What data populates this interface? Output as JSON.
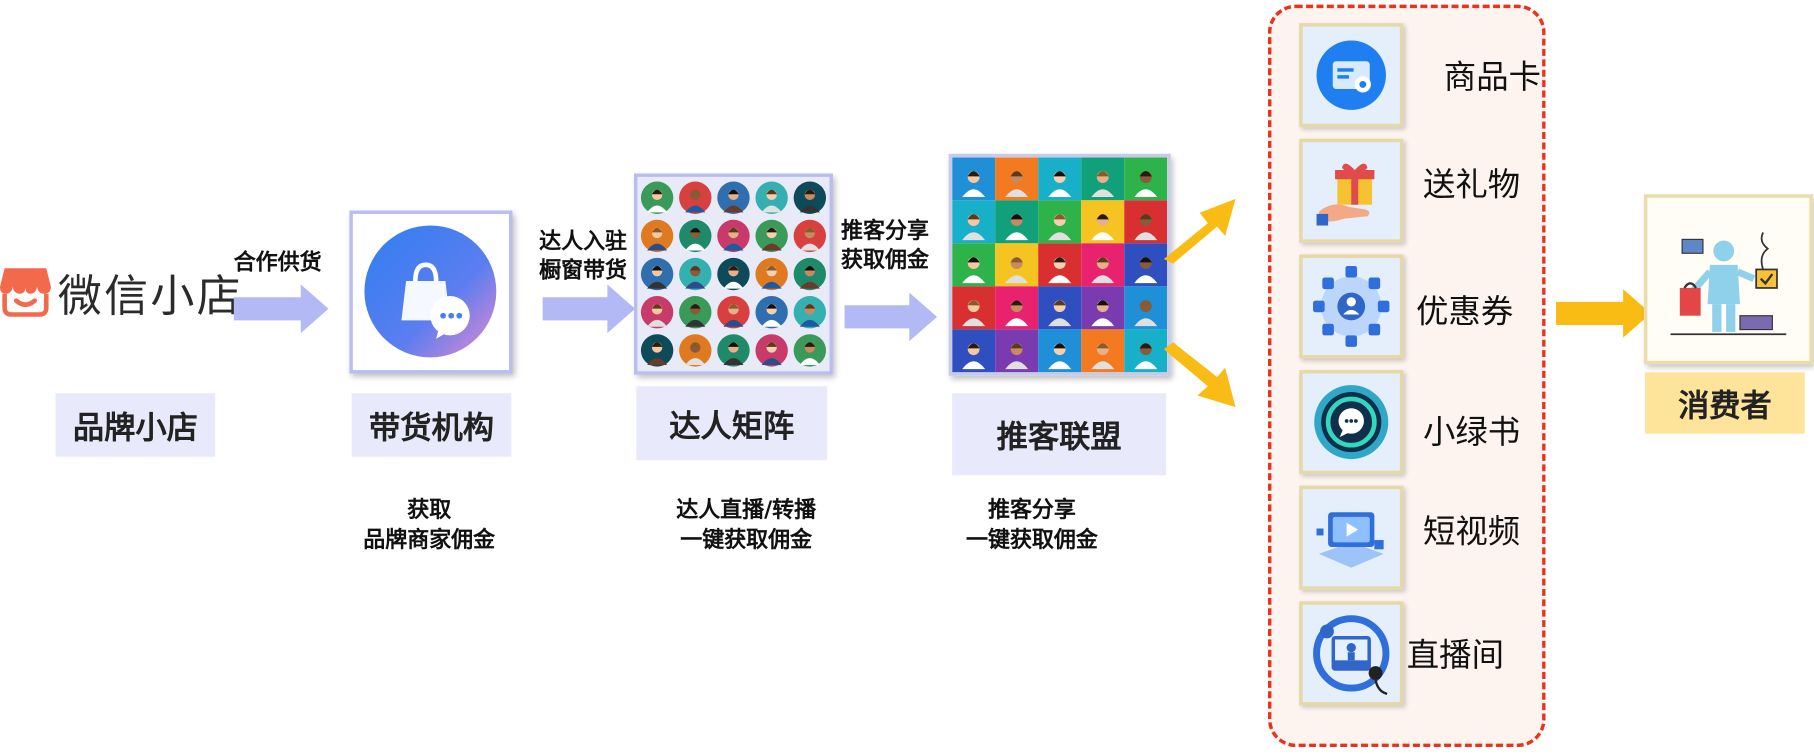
{
  "brand": {
    "name": "微信小店",
    "logo_icon": "shop-bag-icon",
    "logo_color": "#f26a4b"
  },
  "arrows": {
    "supply": "合作供货",
    "join_line1": "达人入驻",
    "join_line2": "橱窗带货",
    "share_line1": "推客分享",
    "share_line2": "获取佣金",
    "arrow_color": "#b3b9f5",
    "fan_arrow_color": "#f9bc15"
  },
  "stages": [
    {
      "label": "品牌小店",
      "desc_line1": "",
      "desc_line2": ""
    },
    {
      "label": "带货机构",
      "desc_line1": "获取",
      "desc_line2": "品牌商家佣金",
      "icon": "shopping-bag-chat-icon"
    },
    {
      "label": "达人矩阵",
      "desc_line1": "达人直播/转播",
      "desc_line2": "一键获取佣金",
      "icon": "avatar-grid-icon"
    },
    {
      "label": "推客联盟",
      "desc_line1": "推客分享",
      "desc_line2": "一键获取佣金",
      "icon": "colorful-avatar-grid-icon"
    }
  ],
  "channels": [
    {
      "label": "商品卡",
      "icon": "product-card-icon"
    },
    {
      "label": "送礼物",
      "icon": "gift-icon"
    },
    {
      "label": "优惠券",
      "icon": "network-people-icon"
    },
    {
      "label": "小绿书",
      "icon": "chat-bubble-icon"
    },
    {
      "label": "短视频",
      "icon": "video-play-icon"
    },
    {
      "label": "直播间",
      "icon": "live-room-icon"
    }
  ],
  "channel_box": {
    "border_color": "#e8341c",
    "background": "#fdf4f0"
  },
  "consumer": {
    "label": "消费者",
    "icon": "shopper-icon"
  }
}
